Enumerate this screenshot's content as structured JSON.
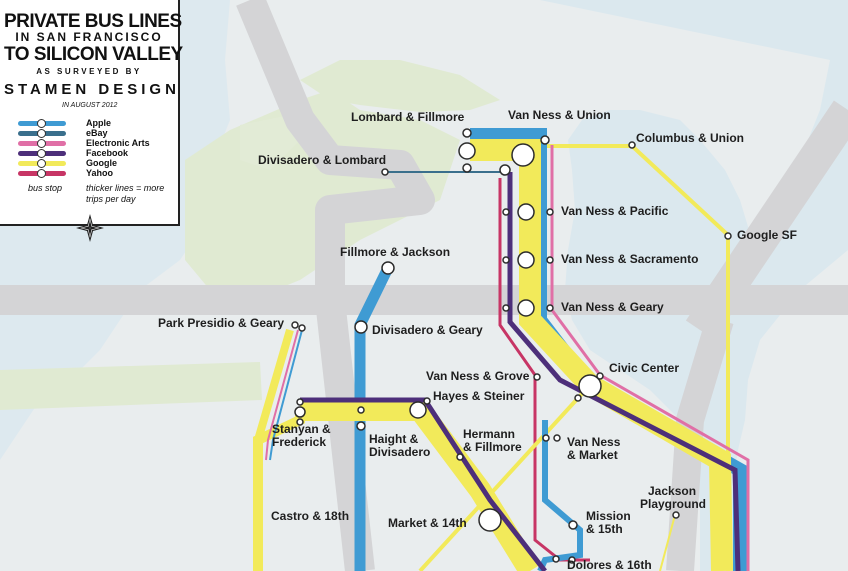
{
  "legend": {
    "title_line1": "PRIVATE BUS LINES",
    "title_line2": "IN SAN FRANCISCO",
    "title_line3": "TO SILICON VALLEY",
    "subtitle": "AS SURVEYED BY",
    "author": "STAMEN DESIGN",
    "date": "IN AUGUST 2012",
    "companies": [
      {
        "name": "Apple",
        "color": "#3f9bd3"
      },
      {
        "name": "eBay",
        "color": "#3a6f8c"
      },
      {
        "name": "Electronic Arts",
        "color": "#e06fa6"
      },
      {
        "name": "Facebook",
        "color": "#4d2f7a"
      },
      {
        "name": "Google",
        "color": "#f2ea5a"
      },
      {
        "name": "Yahoo",
        "color": "#c73565"
      }
    ],
    "bus_stop_label": "bus stop",
    "thicker_note": "thicker lines = more trips per day"
  },
  "colors": {
    "land": "#e9edee",
    "water": "#dce9ef",
    "park": "#e0ead2",
    "roads": "#d6d6d8",
    "stop_stroke": "#2c2c2c"
  },
  "stops": {
    "lombard_fillmore": "Lombard & Fillmore",
    "van_ness_union": "Van Ness & Union",
    "columbus_union": "Columbus & Union",
    "divisadero_lombard": "Divisadero & Lombard",
    "van_ness_pacific": "Van Ness & Pacific",
    "google_sf": "Google SF",
    "fillmore_jackson": "Fillmore & Jackson",
    "van_ness_sacramento": "Van Ness & Sacramento",
    "van_ness_geary": "Van Ness & Geary",
    "park_presidio_geary": "Park Presidio & Geary",
    "divisadero_geary": "Divisadero & Geary",
    "civic_center": "Civic Center",
    "van_ness_grove": "Van Ness & Grove",
    "hayes_steiner": "Hayes & Steiner",
    "stanyan_frederick_1": "Stanyan &",
    "stanyan_frederick_2": "Frederick",
    "haight_divisadero_1": "Haight &",
    "haight_divisadero_2": "Divisadero",
    "hermann_fillmore_1": "Hermann",
    "hermann_fillmore_2": "& Fillmore",
    "van_ness_market_1": "Van Ness",
    "van_ness_market_2": "& Market",
    "jackson_playground_1": "Jackson",
    "jackson_playground_2": "Playground",
    "castro_18th": "Castro & 18th",
    "market_14th": "Market & 14th",
    "mission_15th_1": "Mission",
    "mission_15th_2": "& 15th",
    "dolores_16th": "Dolores & 16th"
  }
}
